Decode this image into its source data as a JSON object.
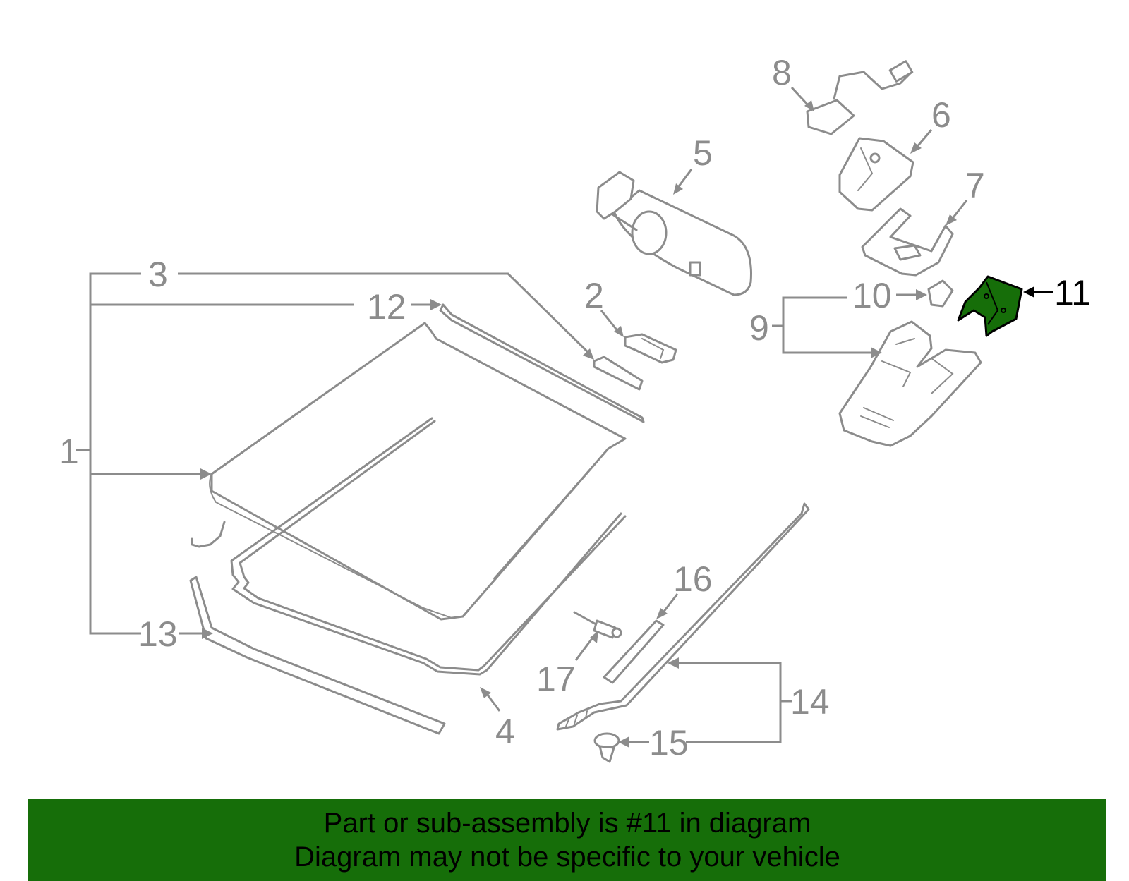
{
  "diagram": {
    "callouts": {
      "c1": "1",
      "c2": "2",
      "c3": "3",
      "c4": "4",
      "c5": "5",
      "c6": "6",
      "c7": "7",
      "c8": "8",
      "c9": "9",
      "c10": "10",
      "c11": "11",
      "c12": "12",
      "c13": "13",
      "c14": "14",
      "c15": "15",
      "c16": "16",
      "c17": "17"
    },
    "highlighted_part": "11",
    "colors": {
      "part_line": "#8c8c8c",
      "highlight_fill": "#166e09",
      "banner_bg": "#166e09"
    }
  },
  "banner": {
    "line1": "Part or sub-assembly is #11 in diagram",
    "line2": "Diagram may not be specific to your vehicle"
  }
}
